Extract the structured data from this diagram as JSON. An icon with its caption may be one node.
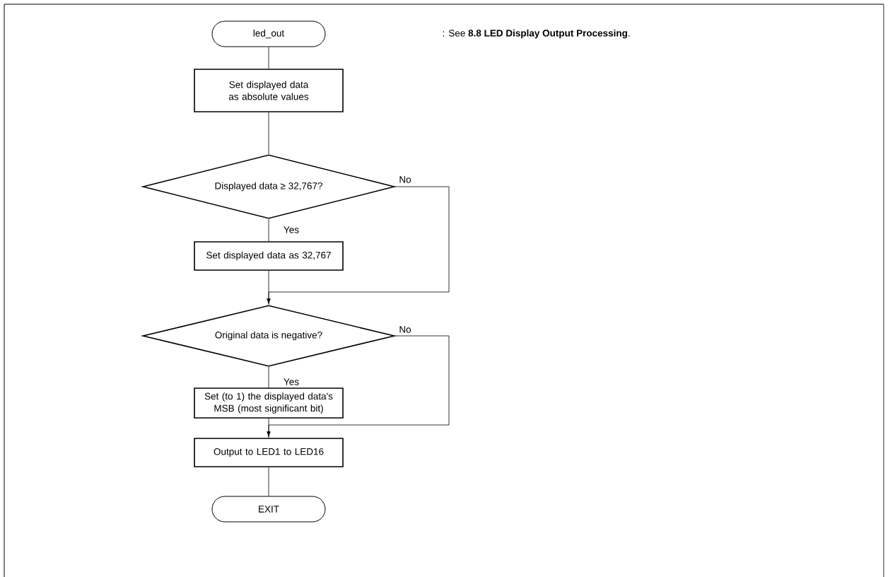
{
  "diagram": {
    "nodes": [
      {
        "text": [
          "led_out"
        ]
      },
      {
        "text": [
          "Set displayed data as absolute values"
        ]
      },
      {
        "text": [
          "Displayed data ≥ 32,767?"
        ]
      },
      {
        "text": [
          "Set displayed data as 32,767"
        ]
      },
      {
        "text": [
          "Original data is negative?"
        ]
      },
      {
        "text": [
          "Set (to 1) the displayed data's MSB (most significant bit)"
        ]
      },
      {
        "text": [
          "Output to LED1 to LED16"
        ]
      },
      {
        "text": [
          "EXIT"
        ]
      }
    ],
    "edges": [
      {
        "from": 0,
        "to": 1,
        "arrow": "none"
      },
      {
        "from": 1,
        "to": 2,
        "arrow": "none"
      },
      {
        "from": 2,
        "to": 3,
        "arrow": "none",
        "label": "Yes"
      },
      {
        "from": 2,
        "to": 4,
        "arrow": "to",
        "label": "No"
      },
      {
        "from": 3,
        "to": 4,
        "arrow": "none"
      },
      {
        "from": 4,
        "to": 5,
        "arrow": "none",
        "label": "Yes"
      },
      {
        "from": 4,
        "to": 6,
        "arrow": "to",
        "label": "No"
      },
      {
        "from": 5,
        "to": 6,
        "arrow": "none"
      },
      {
        "from": 6,
        "to": 7,
        "arrow": "none"
      }
    ],
    "labels": [
      ": See **8.8 LED Display Output Processing**."
    ]
  }
}
